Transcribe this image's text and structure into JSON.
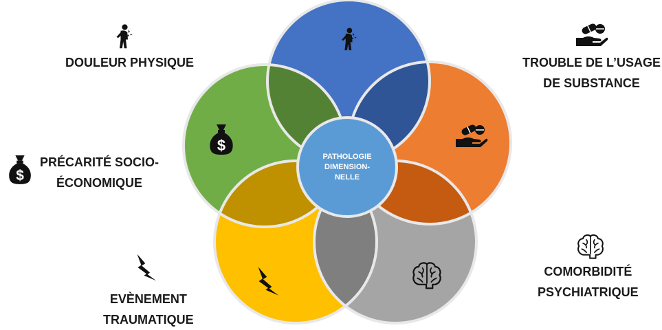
{
  "center": {
    "lines": [
      "PATHOLOGIE",
      "DIMENSION-",
      "NELLE"
    ],
    "color": "#5b9bd5"
  },
  "dimensions": [
    {
      "key": "douleur",
      "lines": [
        "DOULEUR PHYSIQUE"
      ],
      "icon": "person-back-pain-icon",
      "color": "#4472c4"
    },
    {
      "key": "substance",
      "lines": [
        "TROUBLE DE L’USAGE",
        "DE SUBSTANCE"
      ],
      "icon": "pills-hand-icon",
      "color": "#ed7d31"
    },
    {
      "key": "psychiatrique",
      "lines": [
        "COMORBIDITÉ",
        "PSYCHIATRIQUE"
      ],
      "icon": "brain-icon",
      "color": "#a5a5a5"
    },
    {
      "key": "traumatique",
      "lines": [
        "EVÈNEMENT",
        "TRAUMATIQUE"
      ],
      "icon": "lightning-bolt-icon",
      "color": "#ffc000"
    },
    {
      "key": "precarite",
      "lines": [
        "PRÉCARITÉ SOCIO-",
        "ÉCONOMIQUE"
      ],
      "icon": "money-bag-icon",
      "color": "#70ad47"
    }
  ]
}
